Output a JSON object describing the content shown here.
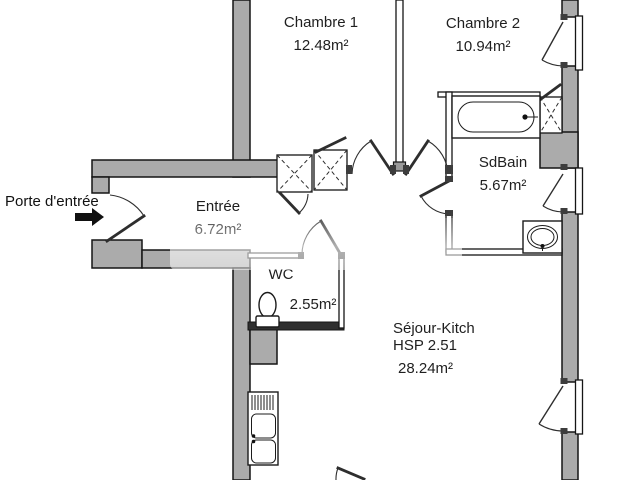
{
  "plan": {
    "entry_label": "Porte d'entrée",
    "rooms": [
      {
        "id": "chambre1",
        "name": "Chambre 1",
        "area": "12.48m²"
      },
      {
        "id": "chambre2",
        "name": "Chambre 2",
        "area": "10.94m²"
      },
      {
        "id": "sdbain",
        "name": "SdBain",
        "area": "5.67m²"
      },
      {
        "id": "entree",
        "name": "Entrée",
        "area": "6.72m²"
      },
      {
        "id": "wc",
        "name": "WC",
        "area": "2.55m²"
      },
      {
        "id": "sejour",
        "name": "Séjour-Kitch",
        "ceiling_height": "HSP 2.51",
        "area": "28.24m²"
      }
    ],
    "fixtures": [
      "bathtub",
      "washbasin",
      "toilet",
      "kitchen-sink",
      "closets",
      "entry-door-arrow",
      "windows"
    ],
    "colors": {
      "wall_fill": "#ababab",
      "line": "#151515",
      "text": "#1f1f1f",
      "background": "#ffffff"
    }
  }
}
